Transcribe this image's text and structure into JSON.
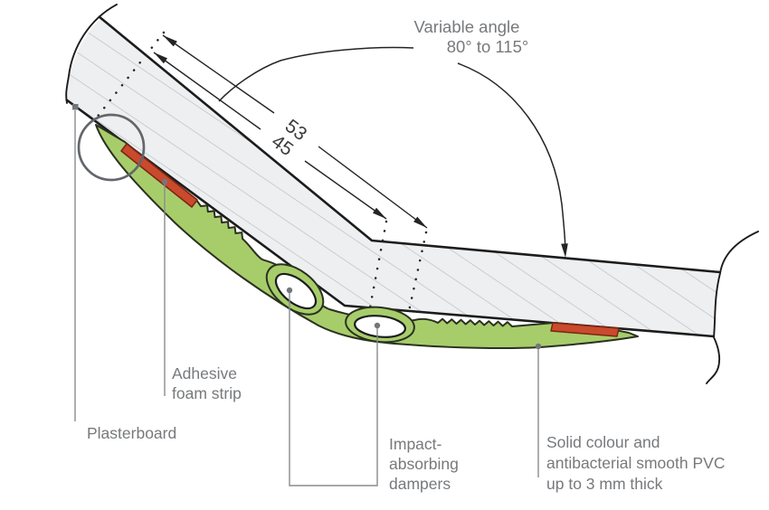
{
  "diagram": {
    "angle_note": {
      "line1": "Variable angle",
      "line2": "80° to 115°"
    },
    "dimensions": {
      "outer": "53",
      "inner": "45"
    },
    "callouts": {
      "plasterboard": "Plasterboard",
      "adhesive": {
        "line1": "Adhesive",
        "line2": "foam strip"
      },
      "dampers": {
        "line1": "Impact-",
        "line2": "absorbing",
        "line3": "dampers"
      },
      "pvc": {
        "line1": "Solid colour and",
        "line2": "antibacterial smooth PVC",
        "line3": "up to 3 mm thick"
      }
    }
  },
  "colors": {
    "profile_green": "#a7cd6b",
    "profile_edge": "#2b3120",
    "strip_red": "#c94a2c",
    "strip_edge": "#7c2514",
    "wall_fill": "#edeff1",
    "hatch_line": "#b7bbc0",
    "outline_black": "#1c1c1c",
    "dim_black": "#242424",
    "dim_text": "#3b3b3d",
    "label_gray": "#77797c",
    "leader_gray": "#898c8f",
    "leader_dot": "#74777a",
    "circle_gray": "#63666a"
  }
}
